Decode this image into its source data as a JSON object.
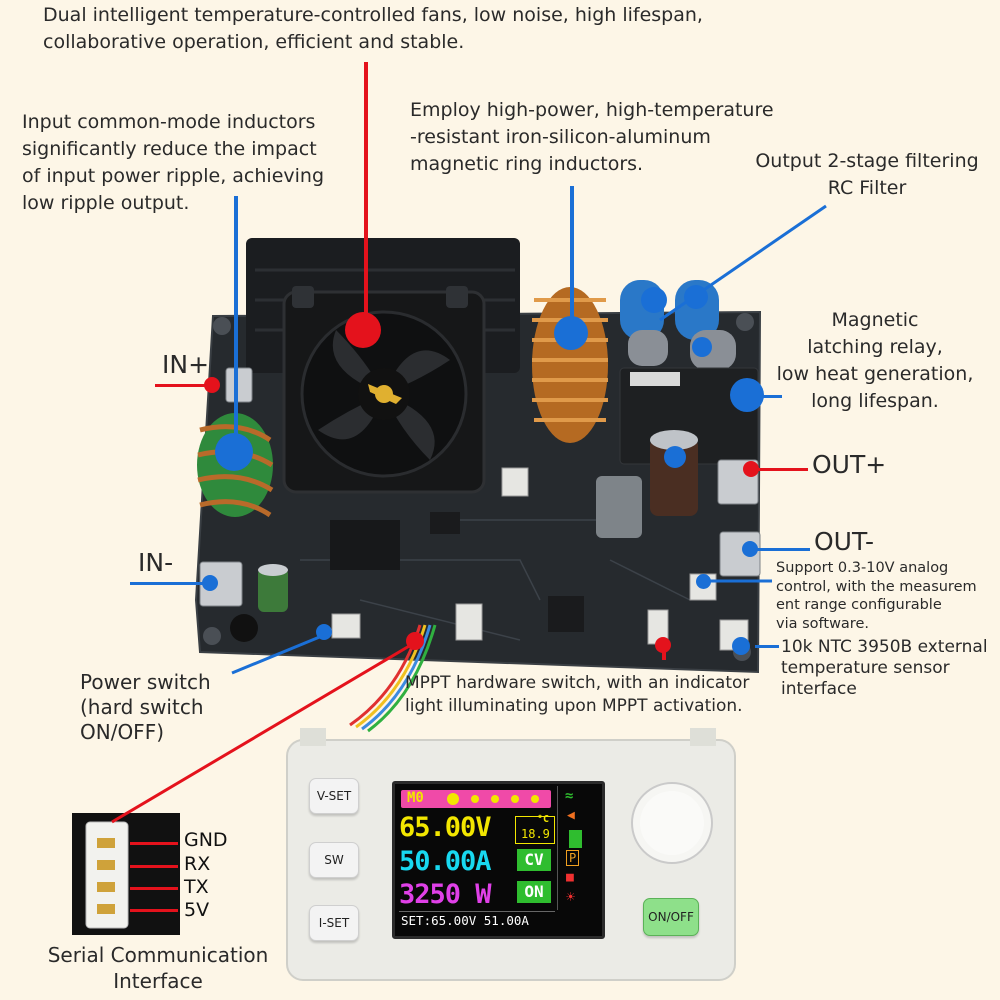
{
  "captions": {
    "fans": [
      "Dual intelligent temperature-controlled fans, low noise, high lifespan,",
      "collaborative operation, efficient and stable."
    ],
    "input_inductor": [
      "Input common-mode inductors",
      "significantly reduce the impact",
      "of input power ripple, achieving",
      "low ripple output."
    ],
    "magnetic_ring": [
      "Employ high-power, high-temperature",
      "-resistant iron-silicon-aluminum",
      "magnetic ring inductors."
    ],
    "rc_filter": [
      "Output 2-stage filtering",
      "RC Filter"
    ],
    "relay": [
      "Magnetic",
      "latching relay,",
      "low heat generation,",
      "long lifespan."
    ],
    "analog_control": [
      "Support 0.3-10V analog",
      "control, with the measurem",
      "ent range configurable",
      "via software."
    ],
    "ntc": [
      "10k NTC 3950B external",
      "temperature sensor",
      "interface"
    ],
    "power_switch": [
      "Power switch",
      "(hard switch",
      "ON/OFF)"
    ],
    "mppt": [
      "MPPT hardware switch, with an indicator",
      "light illuminating upon MPPT activation."
    ],
    "serial": [
      "Serial Communication",
      "Interface"
    ]
  },
  "terminals": {
    "in_plus": "IN+",
    "in_minus": "IN-",
    "out_plus": "OUT+",
    "out_minus": "OUT-"
  },
  "serial_pins": [
    "GND",
    "RX",
    "TX",
    "5V"
  ],
  "module": {
    "buttons": {
      "vset": "V-SET",
      "sw": "SW",
      "iset": "I-SET",
      "onoff": "ON/OFF"
    },
    "screen": {
      "mode": "M0",
      "voltage": "65.00V",
      "current": "50.00A",
      "power": "3250 W",
      "temperature": "18.9",
      "temp_unit": "°C",
      "cv_badge": "CV",
      "on_badge": "ON",
      "set_line": "SET:65.00V 51.00A"
    }
  },
  "colors": {
    "marker_red": "#e4121c",
    "marker_blue": "#1a6fd6",
    "background": "#fdf6e7",
    "lcd_yellow": "#f2e600",
    "lcd_cyan": "#18d8f0",
    "lcd_magenta": "#e040e8",
    "lcd_green": "#2fbd2f"
  },
  "icons": [
    "wifi-icon",
    "speaker-icon",
    "battery-icon",
    "p-icon",
    "lock-icon",
    "sun-icon",
    "fan-logo-icon"
  ]
}
